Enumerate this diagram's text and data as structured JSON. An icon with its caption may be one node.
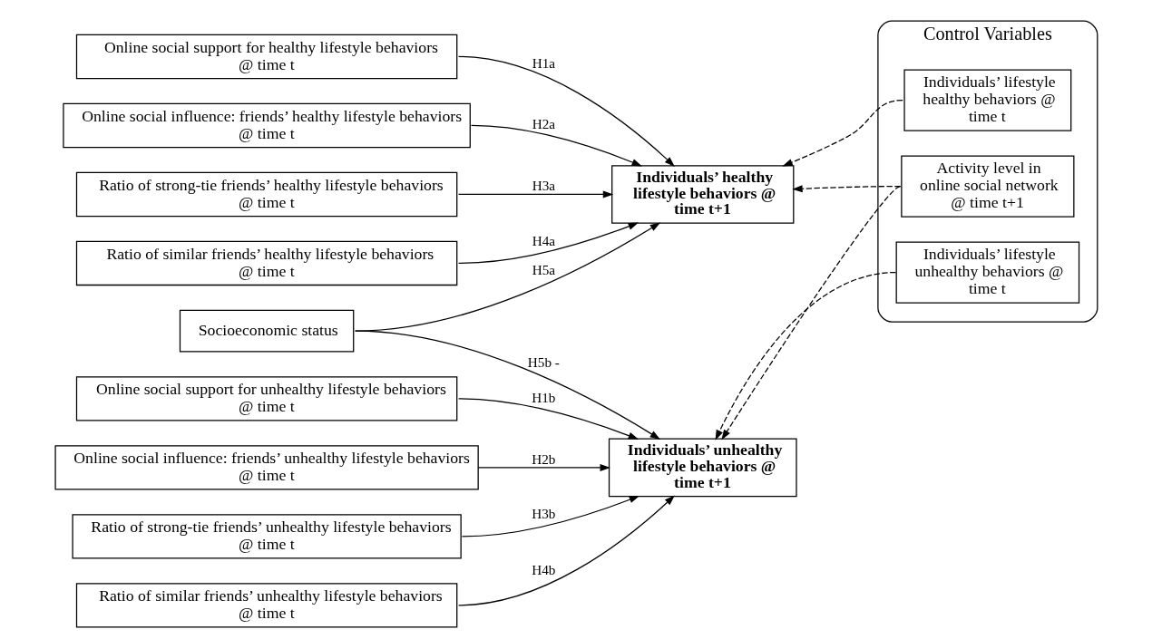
{
  "diagram": {
    "nodes": [
      {
        "text": [
          "Online social support for healthy lifestyle behaviors @ time t"
        ]
      },
      {
        "text": [
          "Online social influence: friends’ healthy lifestyle behaviors @ time t"
        ]
      },
      {
        "text": [
          "Ratio of strong-tie friends’ healthy lifestyle behaviors @ time t"
        ]
      },
      {
        "text": [
          "Ratio of similar friends’ healthy lifestyle behaviors @ time t"
        ]
      },
      {
        "text": [
          "Individuals’ healthy lifestyle behaviors @ time t+1"
        ]
      },
      {
        "text": [
          "Socioeconomic status"
        ]
      },
      {
        "text": [
          "Online social support for unhealthy lifestyle behaviors @ time t"
        ]
      },
      {
        "text": [
          "Online social influence: friends’ unhealthy lifestyle behaviors @ time t"
        ]
      },
      {
        "text": [
          "Ratio of strong-tie friends’ unhealthy lifestyle behaviors @ time t"
        ]
      },
      {
        "text": [
          "Ratio of similar friends’ unhealthy lifestyle behaviors @ time t"
        ]
      },
      {
        "text": [
          "Individuals’ unhealthy lifestyle behaviors @ time t+1"
        ]
      },
      {
        "text": [
          "Control Variables"
        ]
      },
      {
        "text": [
          "Individuals’ lifestyle healthy behaviors @ time t"
        ],
        "in": 11
      },
      {
        "text": [
          "Activity level in online social network @ time t+1"
        ],
        "in": 11
      },
      {
        "text": [
          "Individuals’ lifestyle unhealthy behaviors @ time t"
        ],
        "in": 11
      }
    ],
    "edges": [
      {
        "from": 0,
        "to": 4,
        "arrow": "to",
        "label": "H1a"
      },
      {
        "from": 1,
        "to": 4,
        "arrow": "to",
        "label": "H2a"
      },
      {
        "from": 2,
        "to": 4,
        "arrow": "to",
        "label": "H3a"
      },
      {
        "from": 3,
        "to": 4,
        "arrow": "to",
        "label": "H4a"
      },
      {
        "from": 5,
        "to": 4,
        "arrow": "to",
        "label": "H5a"
      },
      {
        "from": 5,
        "to": 10,
        "arrow": "to",
        "label": "H5b -"
      },
      {
        "from": 6,
        "to": 10,
        "arrow": "to",
        "label": "H1b"
      },
      {
        "from": 7,
        "to": 10,
        "arrow": "to",
        "label": "H2b"
      },
      {
        "from": 8,
        "to": 10,
        "arrow": "to",
        "label": "H3b"
      },
      {
        "from": 9,
        "to": 10,
        "arrow": "to",
        "label": "H4b"
      },
      {
        "from": 12,
        "to": 4,
        "arrow": "to",
        "style": "dashed"
      },
      {
        "from": 13,
        "to": 4,
        "arrow": "to",
        "style": "dashed"
      },
      {
        "from": 13,
        "to": 10,
        "arrow": "to",
        "style": "dashed"
      },
      {
        "from": 14,
        "to": 10,
        "arrow": "to",
        "style": "dashed"
      }
    ]
  }
}
